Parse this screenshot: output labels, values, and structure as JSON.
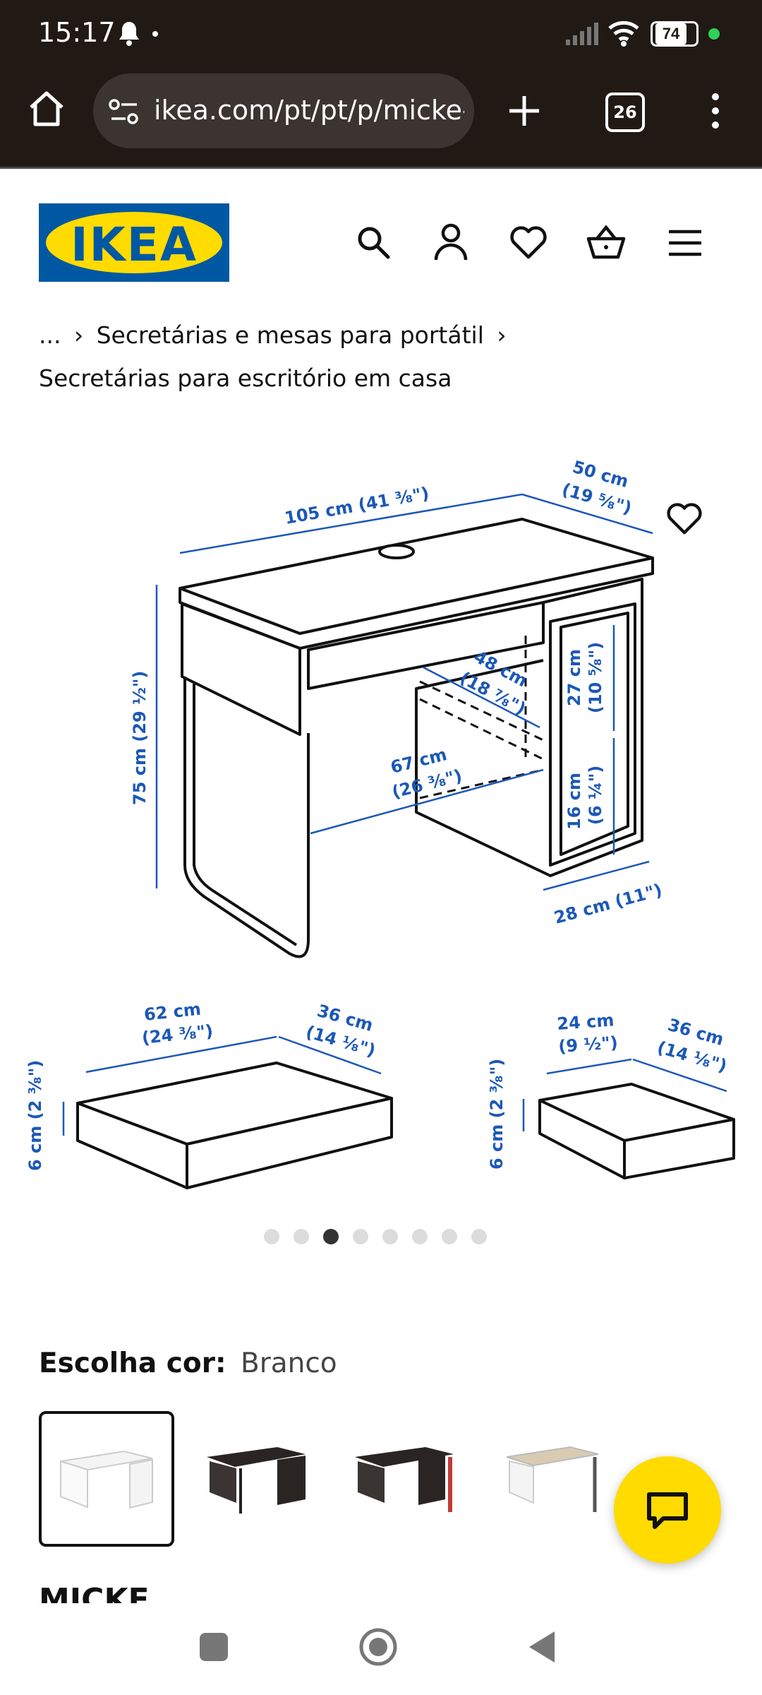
{
  "status_bar": {
    "time": "15:17",
    "battery": "74"
  },
  "browser": {
    "url": "ikea.com/pt/pt/p/micke-s",
    "tab_count": "26"
  },
  "brand": {
    "logo_text": "IKEA",
    "logo_bg": "#0058a3",
    "logo_fg": "#ffdb00"
  },
  "breadcrumb": {
    "ellipsis": "...",
    "separator": "›",
    "item1": "Secretárias e mesas para portátil",
    "item2": "Secretárias para escritório em casa"
  },
  "dimensions": {
    "width": "105 cm (41 ³⁄₈\")",
    "depth_cm": "50 cm",
    "depth_in": "(19 ⁵⁄₈\")",
    "height": "75 cm (29 ½\")",
    "inner_depth_cm": "48 cm",
    "inner_depth_in": "(18 ⁷⁄₈\")",
    "inner_width_cm": "67 cm",
    "inner_width_in": "(26 ³⁄₈\")",
    "shelf_top_cm": "27 cm",
    "shelf_top_in": "(10 ⁵⁄₈\")",
    "shelf_bottom_cm": "16 cm",
    "shelf_bottom_in": "(6 ¼\")",
    "cabinet_width": "28 cm (11\")",
    "drawer1_width_cm": "62 cm",
    "drawer1_width_in": "(24 ³⁄₈\")",
    "drawer1_depth_cm": "36 cm",
    "drawer1_depth_in": "(14 ¹⁄₈\")",
    "drawer1_height": "6 cm (2 ³⁄₈\")",
    "drawer2_width_cm": "24 cm",
    "drawer2_width_in": "(9 ½\")",
    "drawer2_depth_cm": "36 cm",
    "drawer2_depth_in": "(14 ¹⁄₈\")",
    "drawer2_height": "6 cm (2 ³⁄₈\")"
  },
  "carousel": {
    "total": 8,
    "active_index": 2
  },
  "color_picker": {
    "label": "Escolha cor:",
    "selected": "Branco"
  },
  "product": {
    "name": "MICKE"
  },
  "colors": {
    "accent": "#ffdb00",
    "dimension_blue": "#1b58b8"
  }
}
